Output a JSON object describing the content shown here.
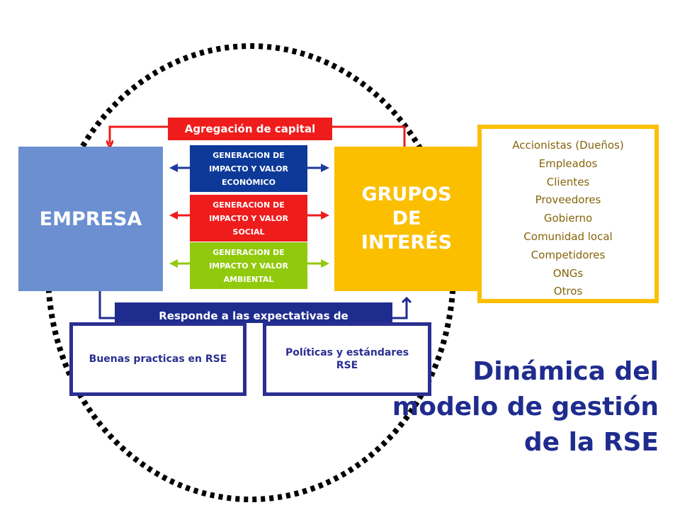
{
  "diagram": {
    "company_label": "EMPRESA",
    "stakeholders_label": "GRUPOS DE INTERÉS",
    "capital_label": "Agregación de capital",
    "impacts": [
      {
        "label": "GENERACION DE IMPACTO Y VALOR ECONÓMICO",
        "color": "#0d3a99"
      },
      {
        "label": "GENERACION DE IMPACTO Y VALOR SOCIAL",
        "color": "#ef1c1c"
      },
      {
        "label": "GENERACION DE IMPACTO Y VALOR AMBIENTAL",
        "color": "#91c90c"
      }
    ],
    "responds_label": "Responde a las expectativas de",
    "stakeholder_list": [
      "Accionistas (Dueños)",
      "Empleados",
      "Clientes",
      "Proveedores",
      "Gobierno",
      "Comunidad local",
      "Competidores",
      "ONGs",
      "Otros"
    ],
    "practices_label": "Buenas practicas en RSE",
    "policies_label": "Políticas y estándares RSE",
    "title_lines": [
      "Dinámica del",
      "modelo de gestión",
      "de la RSE"
    ]
  },
  "colors": {
    "company": "#6b8fd0",
    "stakeholders": "#fbbf00",
    "capital": "#ef1c1c",
    "responds": "#1f2c8e",
    "title": "#1f2c8e",
    "stakeholder_text": "#85640a",
    "circle": "#000000"
  }
}
